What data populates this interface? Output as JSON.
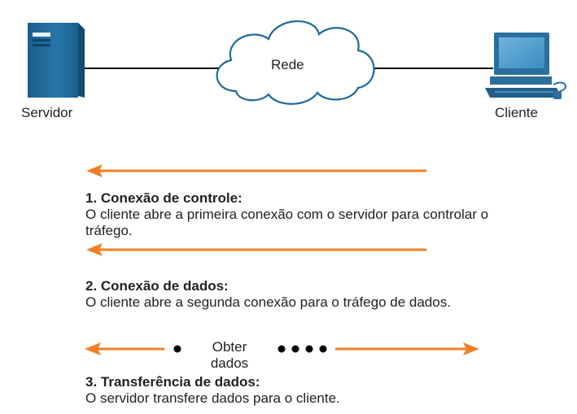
{
  "nodes": {
    "server_label": "Servidor",
    "network_label": "Rede",
    "client_label": "Cliente"
  },
  "steps": [
    {
      "title": "1. Conexão de controle:",
      "description": "O cliente abre a primeira conexão com o servidor para controlar o tráfego."
    },
    {
      "title": "2. Conexão de dados:",
      "description": "O cliente abre a segunda conexão para o tráfego de dados."
    },
    {
      "title": "3. Transferência de dados:",
      "description": "O servidor transfere dados para o cliente."
    }
  ],
  "transfer_label_line1": "Obter",
  "transfer_label_line2": "dados",
  "colors": {
    "arrow": "#f07f25",
    "server_body": "#1e6a9a",
    "client_body": "#2a6f9e",
    "line": "#000000"
  }
}
